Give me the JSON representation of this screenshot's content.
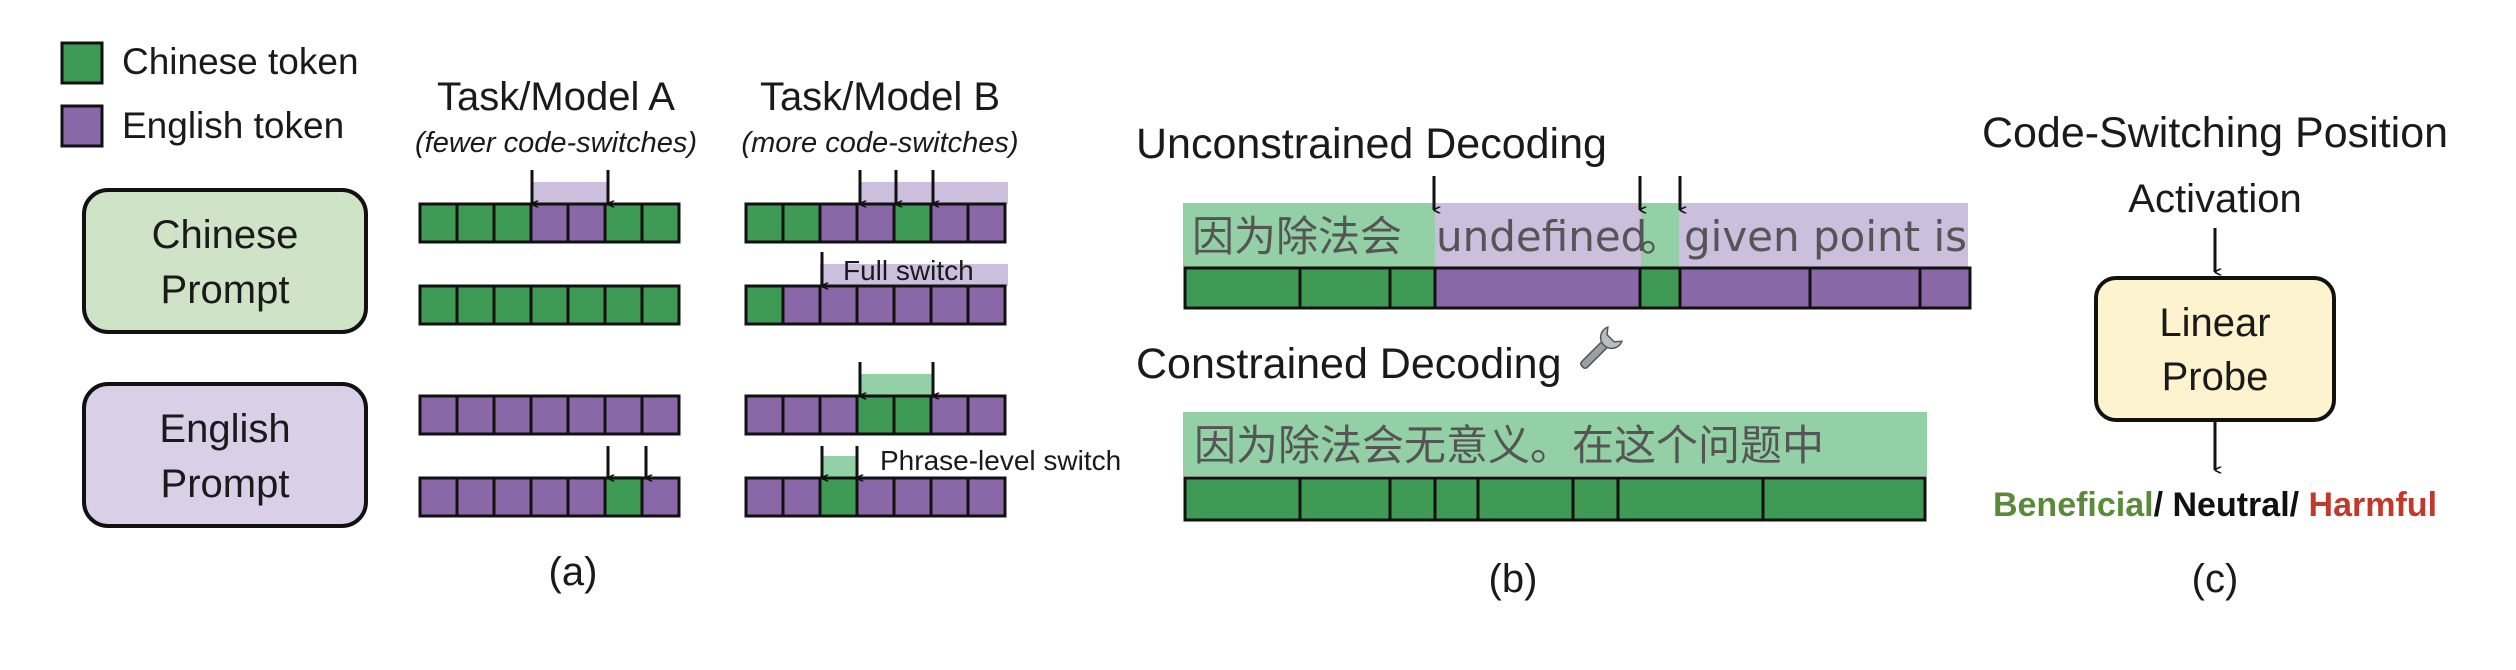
{
  "colors": {
    "chinese": "#3f9a56",
    "english": "#8a68a8",
    "chinese_light": "#93d0a6",
    "english_light": "#cbbfdd",
    "chinese_prompt_bg": "#cfe4c6",
    "english_prompt_bg": "#d9cfe6",
    "probe_bg": "#fdf4cf",
    "beneficial": "#5a8a3a",
    "neutral": "#111111",
    "harmful": "#c0392b"
  },
  "legend": {
    "chinese": "Chinese token",
    "english": "English token"
  },
  "panel_a": {
    "model_a_title": "Task/Model A",
    "model_a_sub": "(fewer code-switches)",
    "model_b_title": "Task/Model B",
    "model_b_sub": "(more code-switches)",
    "chinese_prompt_line1": "Chinese",
    "chinese_prompt_line2": "Prompt",
    "english_prompt_line1": "English",
    "english_prompt_line2": "Prompt",
    "full_switch": "Full switch",
    "phrase_switch": "Phrase-level switch",
    "caption": "(a)",
    "rows": [
      {
        "a": "CCCEECC",
        "b": "CCEECEE"
      },
      {
        "a": "CCCCCCC",
        "b": "CEEEEEE"
      },
      {
        "a": "EEEEEEE",
        "b": "EEECCEE"
      },
      {
        "a": "EEEEECE",
        "b": "EECEEEE"
      }
    ]
  },
  "panel_b": {
    "unconstrained_title": "Unconstrained Decoding",
    "unconstrained_cjk": "因为除法会",
    "unconstrained_en": "undefined",
    "unconstrained_punct": "。",
    "unconstrained_tail": "given point is",
    "constrained_title": "Constrained Decoding",
    "constrained_sentence": "因为除法会无意义。在这个问题中",
    "wrench_icon": "wrench-icon",
    "caption": "(b)"
  },
  "panel_c": {
    "title": "Code-Switching Position",
    "activation": "Activation",
    "probe_line1": "Linear",
    "probe_line2": "Probe",
    "beneficial": "Beneficial",
    "sep1": "/ ",
    "neutral": "Neutral",
    "sep2": "/ ",
    "harmful": "Harmful",
    "caption": "(c)"
  }
}
